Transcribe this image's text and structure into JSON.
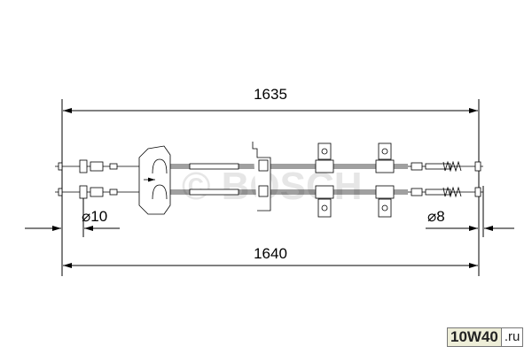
{
  "dimensions": {
    "overall_top": "1635",
    "overall_bottom": "1640",
    "diameter_left": "⌀10",
    "diameter_right": "⌀8"
  },
  "watermark": {
    "brand": "© BOSCH"
  },
  "site_badge": {
    "main": "10W40",
    "suffix": ".ru"
  }
}
